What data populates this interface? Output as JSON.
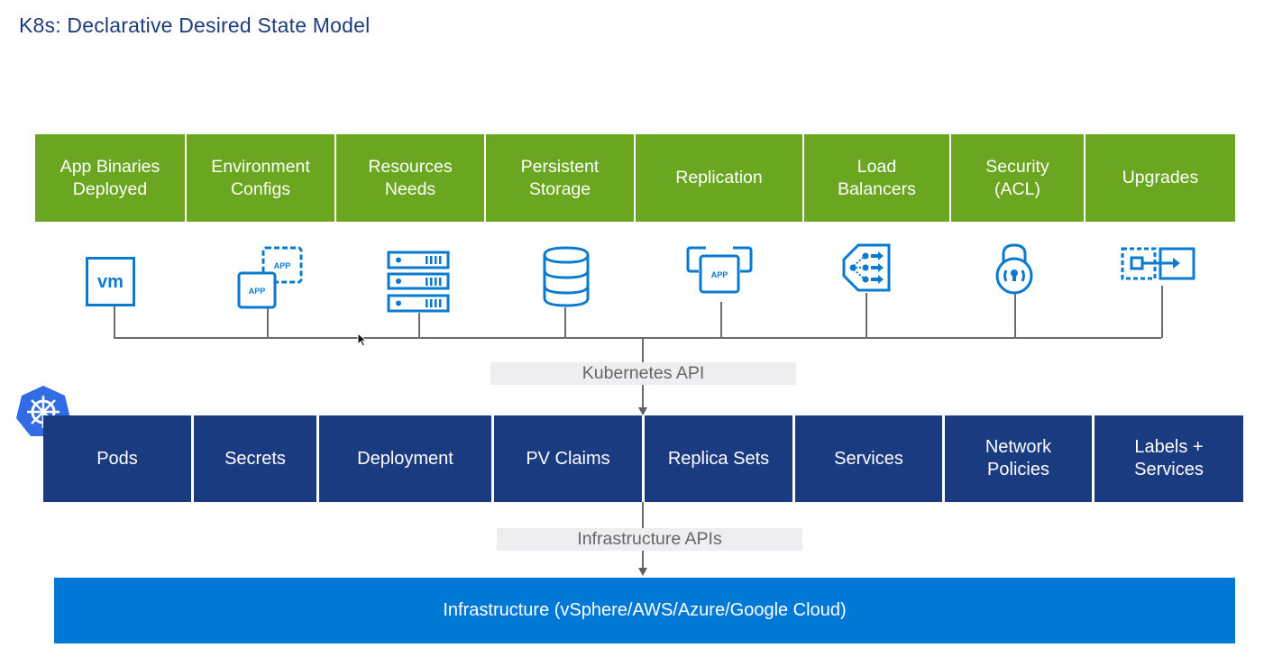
{
  "title": "K8s: Declarative Desired State Model",
  "desired_state": [
    {
      "label": "App Binaries\nDeployed",
      "icon": "vm-icon"
    },
    {
      "label": "Environment\nConfigs",
      "icon": "app-config-icon"
    },
    {
      "label": "Resources\nNeeds",
      "icon": "server-rack-icon"
    },
    {
      "label": "Persistent\nStorage",
      "icon": "database-icon"
    },
    {
      "label": "Replication",
      "icon": "app-replication-icon"
    },
    {
      "label": "Load\nBalancers",
      "icon": "load-balancer-icon"
    },
    {
      "label": "Security\n(ACL)",
      "icon": "padlock-icon"
    },
    {
      "label": "Upgrades",
      "icon": "upgrade-icon"
    }
  ],
  "kubernetes_api_label": "Kubernetes API",
  "k8s_objects": [
    {
      "label": "Pods"
    },
    {
      "label": "Secrets"
    },
    {
      "label": "Deployment"
    },
    {
      "label": "PV Claims"
    },
    {
      "label": "Replica Sets"
    },
    {
      "label": "Services"
    },
    {
      "label": "Network\nPolicies"
    },
    {
      "label": "Labels +\nServices"
    }
  ],
  "infrastructure_api_label": "Infrastructure APIs",
  "infrastructure_label": "Infrastructure (vSphere/AWS/Azure/Google Cloud)",
  "icon_text": {
    "vm": "vm",
    "app": "APP"
  },
  "colors": {
    "title": "#1d3c7a",
    "desired_state_bg": "#6aa61f",
    "k8s_objects_bg": "#1a3b80",
    "infrastructure_bg": "#0079d6",
    "icon_blue": "#0a7ad1",
    "api_label_bg": "#eeedef",
    "k8s_logo": "#326ce5"
  }
}
